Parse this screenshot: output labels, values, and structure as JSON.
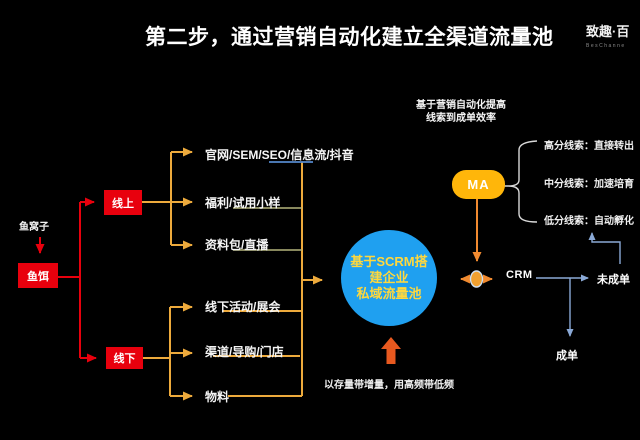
{
  "slide": {
    "title": "第二步，通过营销自动化建立全渠道流量池",
    "logo_text": "致趣·百",
    "logo_subtext": "BesChanne"
  },
  "left_flow": {
    "source": "鱼窝子",
    "bait": "鱼饵",
    "online": "线上",
    "offline": "线下"
  },
  "channels": {
    "online_items": [
      "官网/SEM/SEO/信息流/抖音",
      "福利/试用小样",
      "资料包/直播"
    ],
    "offline_items": [
      "线下活动/展会",
      "渠道/导购/门店",
      "物料"
    ]
  },
  "pool": {
    "lines": [
      "基于SCRM搭",
      "建企业",
      "私域流量池"
    ]
  },
  "automation": {
    "note_lines": [
      "基于营销自动化提高",
      "线索到成单效率"
    ],
    "ma_label": "MA",
    "lead_tiers": [
      "高分线索：直接转出",
      "中分线索：加速培育",
      "低分线索：自动孵化"
    ],
    "crm_label": "CRM",
    "not_closed": "未成单",
    "closed": "成单"
  },
  "footer": {
    "caption": "以存量带增量，用高频带低频"
  },
  "colors": {
    "red": "#e8000d",
    "orange_line": "#edaa3c",
    "deep_orange": "#f08a30",
    "pool_blue": "#1fa0f0",
    "pool_text": "#ffd83d",
    "ma_fill": "#ffb60a",
    "flow_blue": "#8aa9d6",
    "underline_blue": "#5588cc",
    "underline_pale": "#b5b57c",
    "block_arrow": "#e8591f"
  }
}
